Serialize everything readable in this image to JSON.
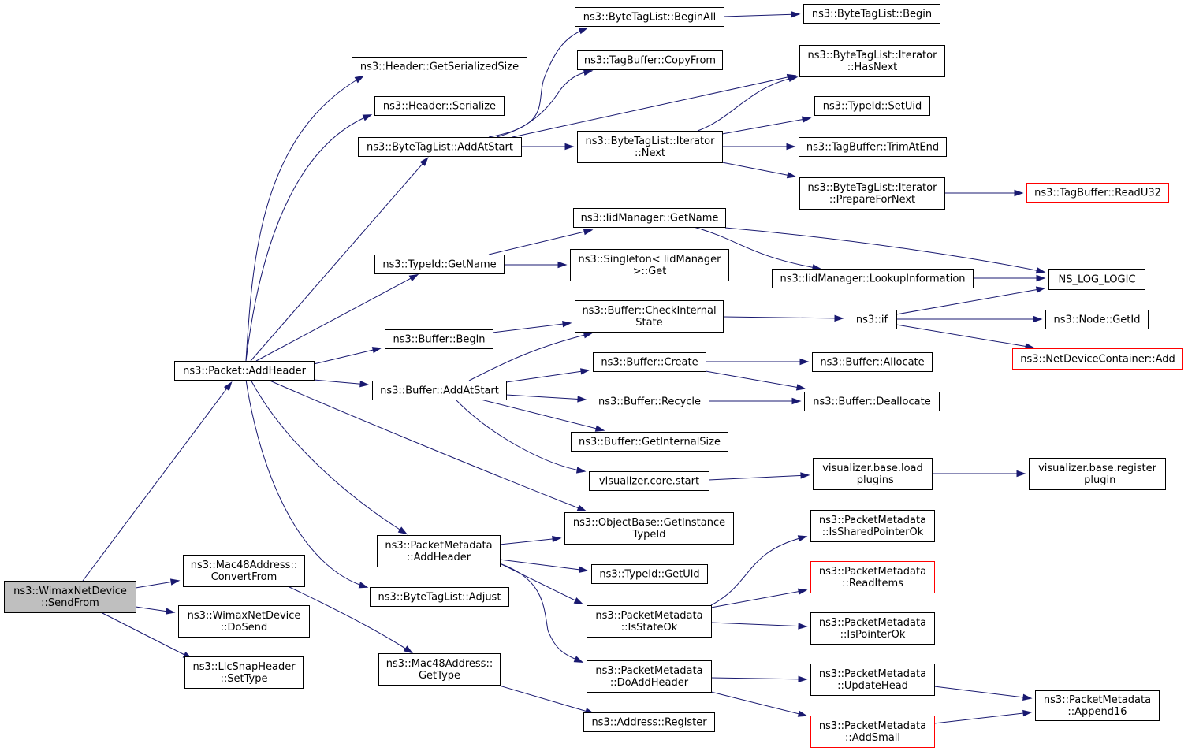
{
  "diagram": {
    "nodes": [
      {
        "id": "root",
        "lines": [
          "ns3::WimaxNetDevice",
          "::SendFrom"
        ],
        "style": "root"
      },
      {
        "id": "mac48conv",
        "lines": [
          "ns3::Mac48Address::",
          "ConvertFrom"
        ],
        "style": "normal"
      },
      {
        "id": "wimaxdosend",
        "lines": [
          "ns3::WimaxNetDevice",
          "::DoSend"
        ],
        "style": "normal"
      },
      {
        "id": "llcsettype",
        "lines": [
          "ns3::LlcSnapHeader",
          "::SetType"
        ],
        "style": "normal"
      },
      {
        "id": "pktaddheader",
        "lines": [
          "ns3::Packet::AddHeader"
        ],
        "style": "normal"
      },
      {
        "id": "mac48gettype",
        "lines": [
          "ns3::Mac48Address::",
          "GetType"
        ],
        "style": "normal"
      },
      {
        "id": "addrregister",
        "lines": [
          "ns3::Address::Register"
        ],
        "style": "normal"
      },
      {
        "id": "hdrsersize",
        "lines": [
          "ns3::Header::GetSerializedSize"
        ],
        "style": "normal"
      },
      {
        "id": "hdrserialize",
        "lines": [
          "ns3::Header::Serialize"
        ],
        "style": "normal"
      },
      {
        "id": "btladdatstart",
        "lines": [
          "ns3::ByteTagList::AddAtStart"
        ],
        "style": "normal"
      },
      {
        "id": "typeidgetname",
        "lines": [
          "ns3::TypeId::GetName"
        ],
        "style": "normal"
      },
      {
        "id": "bufbegin",
        "lines": [
          "ns3::Buffer::Begin"
        ],
        "style": "normal"
      },
      {
        "id": "bufaddatstart",
        "lines": [
          "ns3::Buffer::AddAtStart"
        ],
        "style": "normal"
      },
      {
        "id": "pmaddheader",
        "lines": [
          "ns3::PacketMetadata",
          "::AddHeader"
        ],
        "style": "normal"
      },
      {
        "id": "btladjust",
        "lines": [
          "ns3::ByteTagList::Adjust"
        ],
        "style": "normal"
      },
      {
        "id": "btlbeginall",
        "lines": [
          "ns3::ByteTagList::BeginAll"
        ],
        "style": "normal"
      },
      {
        "id": "tbcopyfrom",
        "lines": [
          "ns3::TagBuffer::CopyFrom"
        ],
        "style": "normal"
      },
      {
        "id": "btlitnext",
        "lines": [
          "ns3::ByteTagList::Iterator",
          "::Next"
        ],
        "style": "normal"
      },
      {
        "id": "iidgetname",
        "lines": [
          "ns3::IidManager::GetName"
        ],
        "style": "normal"
      },
      {
        "id": "singletonget",
        "lines": [
          "ns3::Singleton< IidManager",
          ">::Get"
        ],
        "style": "normal"
      },
      {
        "id": "bufcheck",
        "lines": [
          "ns3::Buffer::CheckInternal",
          "State"
        ],
        "style": "normal"
      },
      {
        "id": "bufcreate",
        "lines": [
          "ns3::Buffer::Create"
        ],
        "style": "normal"
      },
      {
        "id": "bufrecycle",
        "lines": [
          "ns3::Buffer::Recycle"
        ],
        "style": "normal"
      },
      {
        "id": "bufgetintsize",
        "lines": [
          "ns3::Buffer::GetInternalSize"
        ],
        "style": "normal"
      },
      {
        "id": "viscorestart",
        "lines": [
          "visualizer.core.start"
        ],
        "style": "normal"
      },
      {
        "id": "objgetinst",
        "lines": [
          "ns3::ObjectBase::GetInstance",
          "TypeId"
        ],
        "style": "normal"
      },
      {
        "id": "typeidgetuid",
        "lines": [
          "ns3::TypeId::GetUid"
        ],
        "style": "normal"
      },
      {
        "id": "pmisstateok",
        "lines": [
          "ns3::PacketMetadata",
          "::IsStateOk"
        ],
        "style": "normal"
      },
      {
        "id": "pmdoaddheader",
        "lines": [
          "ns3::PacketMetadata",
          "::DoAddHeader"
        ],
        "style": "normal"
      },
      {
        "id": "btlbegin",
        "lines": [
          "ns3::ByteTagList::Begin"
        ],
        "style": "normal"
      },
      {
        "id": "btlithasnext",
        "lines": [
          "ns3::ByteTagList::Iterator",
          "::HasNext"
        ],
        "style": "normal"
      },
      {
        "id": "typeidsetuid",
        "lines": [
          "ns3::TypeId::SetUid"
        ],
        "style": "normal"
      },
      {
        "id": "tbtrimatend",
        "lines": [
          "ns3::TagBuffer::TrimAtEnd"
        ],
        "style": "normal"
      },
      {
        "id": "btlitprep",
        "lines": [
          "ns3::ByteTagList::Iterator",
          "::PrepareForNext"
        ],
        "style": "normal"
      },
      {
        "id": "iidlookup",
        "lines": [
          "ns3::IidManager::LookupInformation"
        ],
        "style": "normal"
      },
      {
        "id": "ns3if",
        "lines": [
          "ns3::if"
        ],
        "style": "normal"
      },
      {
        "id": "bufallocate",
        "lines": [
          "ns3::Buffer::Allocate"
        ],
        "style": "normal"
      },
      {
        "id": "bufdealloc",
        "lines": [
          "ns3::Buffer::Deallocate"
        ],
        "style": "normal"
      },
      {
        "id": "visloadplugins",
        "lines": [
          "visualizer.base.load",
          "_plugins"
        ],
        "style": "normal"
      },
      {
        "id": "pmissharedptr",
        "lines": [
          "ns3::PacketMetadata",
          "::IsSharedPointerOk"
        ],
        "style": "normal"
      },
      {
        "id": "pmreaditems",
        "lines": [
          "ns3::PacketMetadata",
          "::ReadItems"
        ],
        "style": "red"
      },
      {
        "id": "pmispointerok",
        "lines": [
          "ns3::PacketMetadata",
          "::IsPointerOk"
        ],
        "style": "normal"
      },
      {
        "id": "pmupdatehead",
        "lines": [
          "ns3::PacketMetadata",
          "::UpdateHead"
        ],
        "style": "normal"
      },
      {
        "id": "pmaddsmall",
        "lines": [
          "ns3::PacketMetadata",
          "::AddSmall"
        ],
        "style": "red"
      },
      {
        "id": "tbreadu32",
        "lines": [
          "ns3::TagBuffer::ReadU32"
        ],
        "style": "red"
      },
      {
        "id": "nslog",
        "lines": [
          "NS_LOG_LOGIC"
        ],
        "style": "normal"
      },
      {
        "id": "nodegetid",
        "lines": [
          "ns3::Node::GetId"
        ],
        "style": "normal"
      },
      {
        "id": "ndcadd",
        "lines": [
          "ns3::NetDeviceContainer::Add"
        ],
        "style": "red"
      },
      {
        "id": "visregplugin",
        "lines": [
          "visualizer.base.register",
          "_plugin"
        ],
        "style": "normal"
      },
      {
        "id": "pmappend16",
        "lines": [
          "ns3::PacketMetadata",
          "::Append16"
        ],
        "style": "normal"
      }
    ],
    "colors": {
      "edge": "#191970",
      "node_border": "#000000",
      "node_fill": "#ffffff",
      "root_fill": "#bfbfbf",
      "incomplete_border": "#ff0000"
    }
  }
}
